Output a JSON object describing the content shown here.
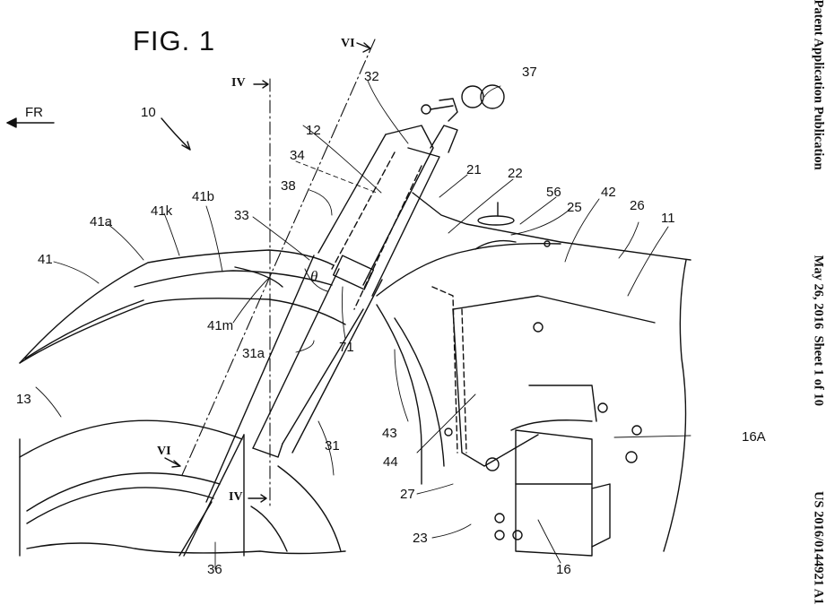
{
  "figure": {
    "title": "FIG. 1",
    "direction_label": "FR"
  },
  "header": {
    "left": "Patent Application Publication",
    "middle": "May 26, 2016  Sheet 1 of 10",
    "right": "US 2016/0144921 A1"
  },
  "section_marks": {
    "iv_top": "IV",
    "iv_bottom": "IV",
    "vi_top": "VI",
    "vi_bottom": "VI"
  },
  "angle_label": "θ",
  "reference_numerals": {
    "r10": "10",
    "r11": "11",
    "r12": "12",
    "r13": "13",
    "r16": "16",
    "r16A": "16A",
    "r21": "21",
    "r22": "22",
    "r23": "23",
    "r25": "25",
    "r26": "26",
    "r27": "27",
    "r31": "31",
    "r31a": "31a",
    "r32": "32",
    "r33": "33",
    "r34": "34",
    "r36": "36",
    "r37": "37",
    "r38": "38",
    "r41": "41",
    "r41a": "41a",
    "r41b": "41b",
    "r41k": "41k",
    "r41m": "41m",
    "r42": "42",
    "r43": "43",
    "r44": "44",
    "r56": "56",
    "r71": "71"
  }
}
